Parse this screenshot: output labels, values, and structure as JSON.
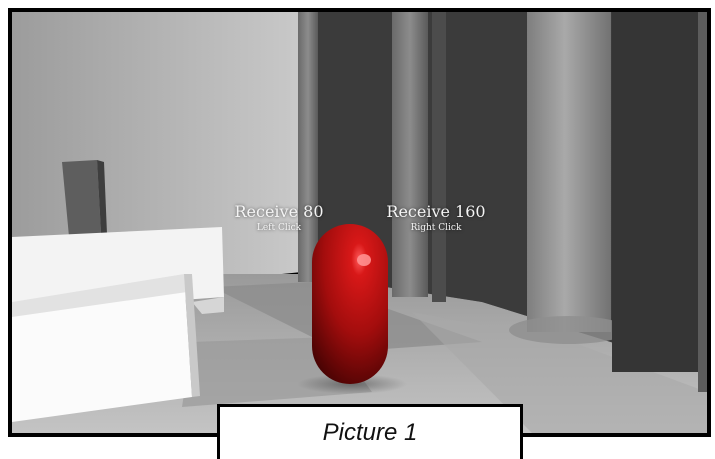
{
  "hud": {
    "left_action": {
      "title": "Receive 80",
      "hint": "Left Click"
    },
    "right_action": {
      "title": "Receive 160",
      "hint": "Right Click"
    }
  },
  "caption": {
    "text": "Picture 1"
  },
  "colors": {
    "capsule": "#b00f0f",
    "dark_wall": "#3a3a3a",
    "floor": "#b8b8b8",
    "sky_wall": "#c8c8c8"
  }
}
